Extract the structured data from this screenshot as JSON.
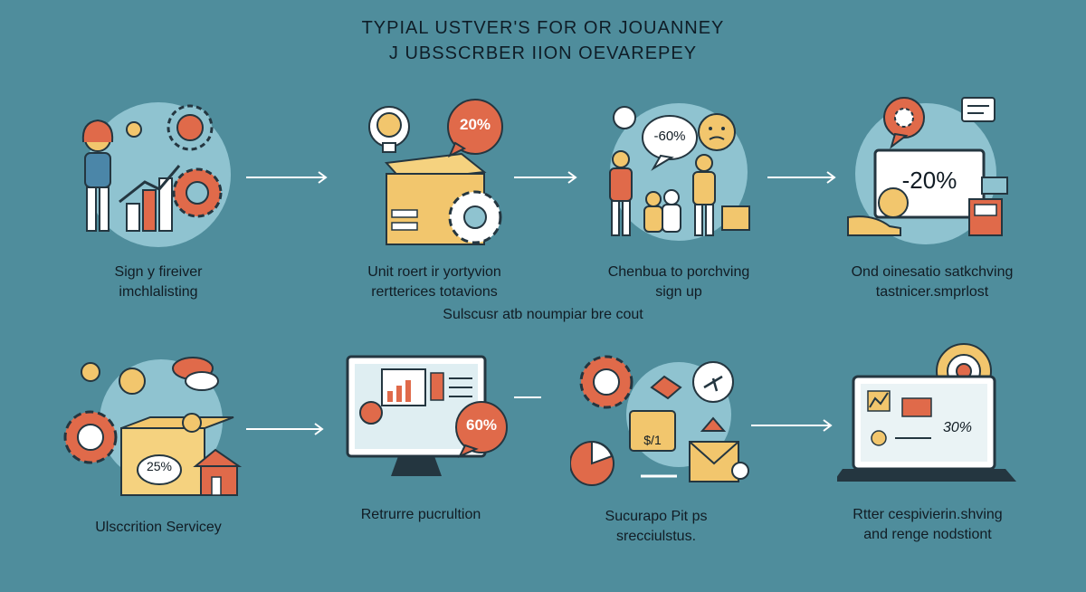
{
  "title": {
    "line1": "TYPIAL USTVER'S FOR OR JOUANNEY",
    "line2": "J UBSSCRBER IION OEVAREPEY"
  },
  "colors": {
    "background": "#4f8d9c",
    "circle": "#8fc3d0",
    "accent_orange": "#e06a4a",
    "accent_yellow": "#f2c66d",
    "outline": "#243640"
  },
  "row1": [
    {
      "caption": [
        "Sign y fireiver",
        "imchlalisting"
      ],
      "icon": "person-growth-chart-gears-icon"
    },
    {
      "caption": [
        "Unit roert ir yortyvion",
        "rertterices totavions"
      ],
      "badge": "20%",
      "icon": "lightbulb-box-icon"
    },
    {
      "caption": [
        "Chenbua to porchving",
        "sign up"
      ],
      "badge": "-60%",
      "icon": "people-discount-icon"
    },
    {
      "caption": [
        "Ond oinesatio satkchving",
        "tastnicer.smprlost"
      ],
      "badge": "-20%",
      "icon": "screen-discount-icon"
    }
  ],
  "middle_text": "Sulscusr atb noumpiar bre cout",
  "row2": [
    {
      "caption": [
        "Ulsccrition Servicey"
      ],
      "badge": "25%",
      "icon": "gear-box-house-icon"
    },
    {
      "caption": [
        "Retrurre pucrultion"
      ],
      "badge": "60%",
      "icon": "monitor-chart-icon"
    },
    {
      "caption": [
        "Sucurapo Pit ps",
        "srecciulstus."
      ],
      "badge": "$/1",
      "icon": "gear-bag-envelope-icon"
    },
    {
      "caption": [
        "Rtter cespivierin.shving",
        "and renge nodstiont"
      ],
      "badge": "30%",
      "icon": "laptop-target-icon"
    }
  ]
}
